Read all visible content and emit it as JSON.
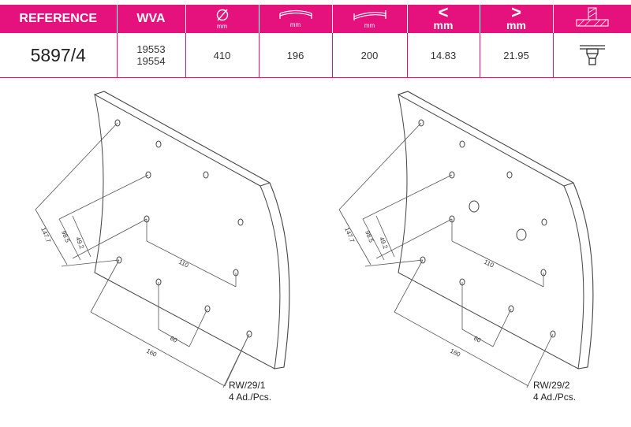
{
  "table": {
    "headers": {
      "reference": "REFERENCE",
      "wva": "WVA",
      "unit_mm": "mm",
      "min_symbol": "<",
      "max_symbol": ">"
    },
    "row": {
      "reference": "5897/4",
      "wva_1": "19553",
      "wva_2": "19554",
      "diameter": "410",
      "width": "196",
      "length": "200",
      "min_thickness": "14.83",
      "max_thickness": "21.95"
    }
  },
  "drawings": {
    "left": {
      "code": "RW/29/1",
      "qty": "4 Ad./Pcs."
    },
    "right": {
      "code": "RW/29/2",
      "qty": "4 Ad./Pcs."
    },
    "dims": {
      "d110": "110",
      "d60": "60",
      "d160": "160",
      "d147": "147.7",
      "d98": "98.5",
      "d49": "49.2"
    }
  },
  "colors": {
    "accent": "#e5127d"
  }
}
